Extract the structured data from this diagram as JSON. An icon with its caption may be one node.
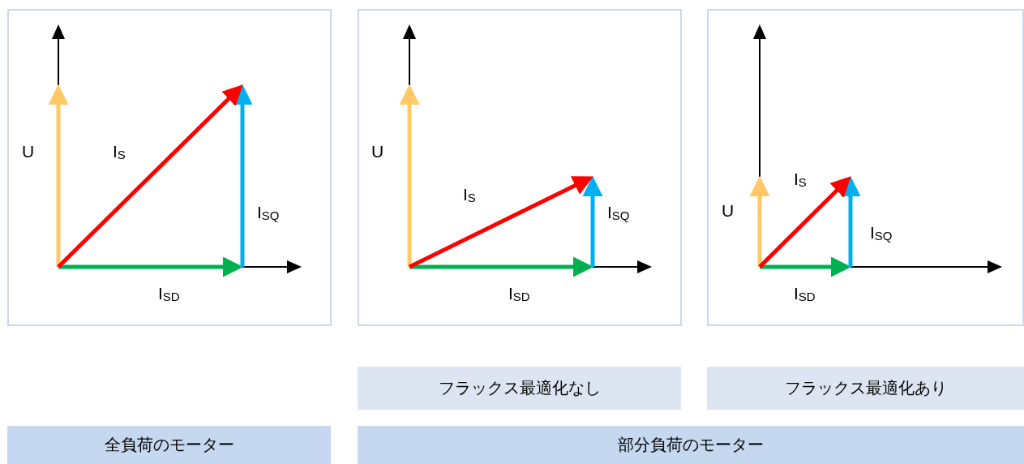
{
  "diagram": {
    "nodes": [
      {
        "text": [
          "U",
          "I$_{S}$",
          "I$_{SQ}$",
          "I$_{SD}$"
        ]
      },
      {
        "text": [
          "U",
          "I$_{S}$",
          "I$_{SQ}$",
          "I$_{SD}$"
        ]
      },
      {
        "text": [
          "U",
          "I$_{S}$",
          "I$_{SQ}$",
          "I$_{SD}$"
        ]
      },
      {
        "text": [
          "フラックス最適化なし"
        ]
      },
      {
        "text": [
          "フラックス最適化あり"
        ]
      },
      {
        "text": [
          "全負荷のモーター"
        ]
      },
      {
        "text": [
          "部分負荷のモーター"
        ]
      }
    ]
  }
}
